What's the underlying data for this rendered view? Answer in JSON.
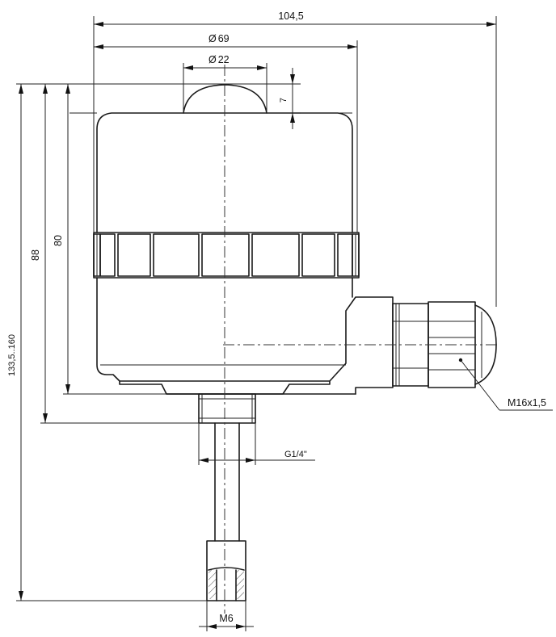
{
  "dimensions": {
    "overall_width": "104,5",
    "housing_diameter": "69",
    "cap_diameter": "22",
    "cap_height": "7",
    "height_88": "88",
    "height_80": "80",
    "height_range": "133,5..160",
    "thread_process": "G1/4\"",
    "thread_tip": "M6",
    "cable_gland": "M16x1,5"
  },
  "symbols": {
    "diameter": "Ø"
  },
  "colors": {
    "line": "#1a1a1a",
    "background": "#ffffff"
  }
}
